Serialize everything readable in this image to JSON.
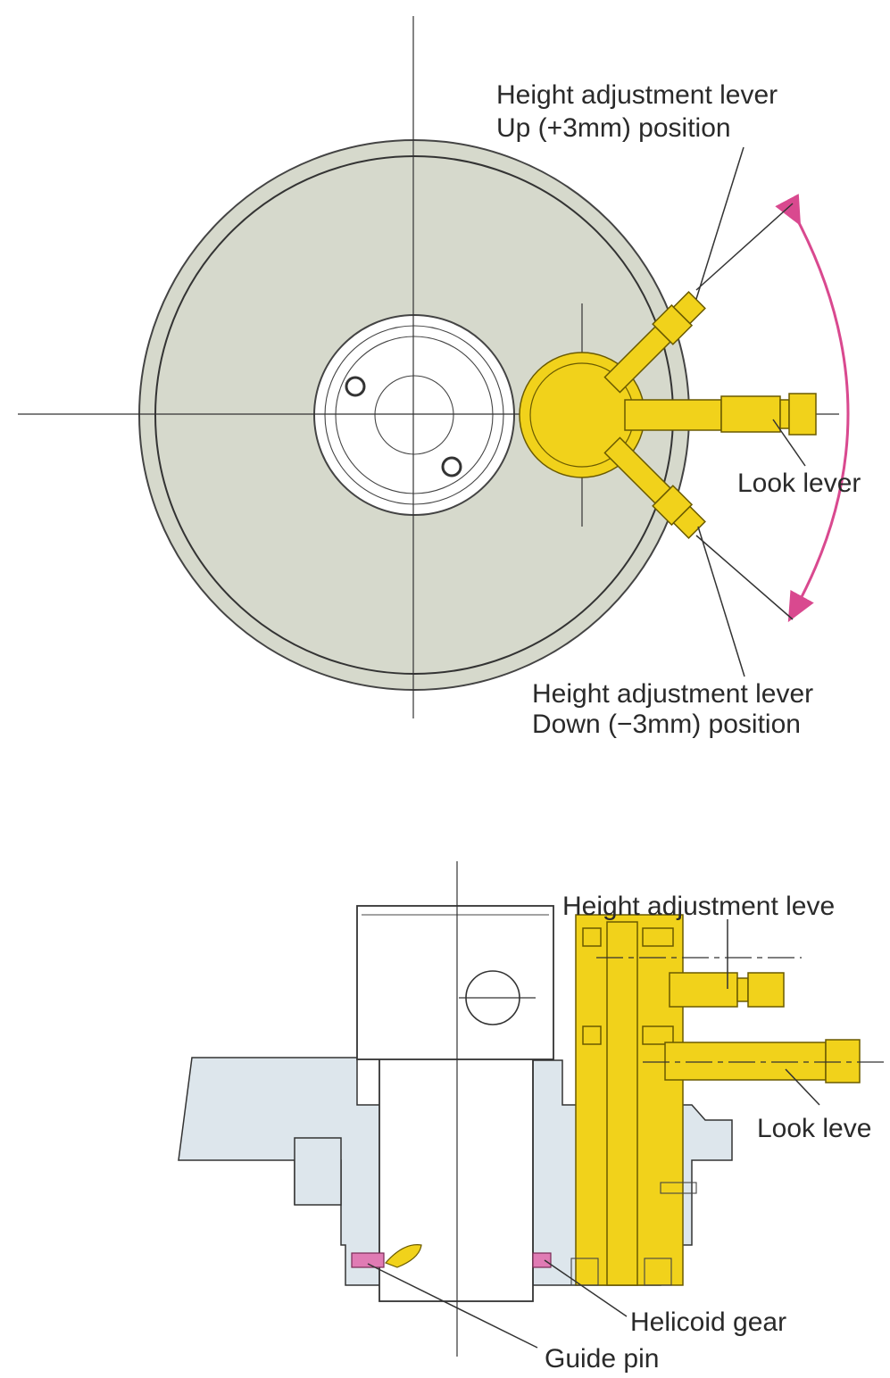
{
  "top_view": {
    "label_up_line1": "Height adjustment lever",
    "label_up_line2": "Up (+3mm) position",
    "label_lock": "Look lever",
    "label_down_line1": "Height adjustment lever",
    "label_down_line2": "Down (−3mm) position"
  },
  "side_view": {
    "label_height": "Height adjustment leve",
    "label_lock": "Look leve",
    "label_helicoid": "Helicoid gear",
    "label_guide": "Guide pin"
  },
  "colors": {
    "lever": "#f1d21b",
    "disc": "#d6d9cc",
    "body": "#dde6ec",
    "arrow": "#d9498f",
    "pin": "#e07bb4"
  }
}
